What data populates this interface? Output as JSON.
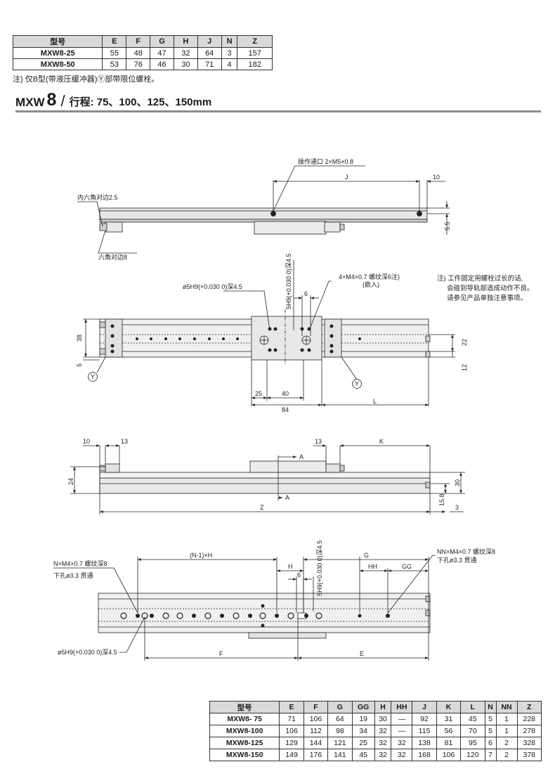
{
  "top_table": {
    "headers": [
      "型号",
      "E",
      "F",
      "G",
      "H",
      "J",
      "N",
      "Z"
    ],
    "rows": [
      [
        "MXW8-25",
        "55",
        "48",
        "47",
        "32",
        "64",
        "3",
        "157"
      ],
      [
        "MXW8-50",
        "53",
        "76",
        "46",
        "30",
        "71",
        "4",
        "182"
      ]
    ],
    "note": "注) 仅B型(带液压缓冲器)Ⓨ部带限位螺栓。"
  },
  "title": {
    "model": "MXW",
    "size": "8",
    "stroke": "行程: 75、100、125、150mm"
  },
  "drawing": {
    "top_view": {
      "port_label": "操作通口 2×M5×0.8",
      "hex_socket": "内六角对边2.5",
      "hex_flat": "六角对边8",
      "dim_J": "J",
      "dim_10": "10",
      "dim_5_5": "5.5"
    },
    "plan_view": {
      "pin_hole": "ø5H9(+0.030 0)深4.5",
      "thread": "4×M4×0.7 螺纹深6注)",
      "thread_sub": "(嵌入)",
      "slot": "5H9(+0.030 0)深4.5",
      "dim_6": "6",
      "dim_38": "38",
      "dim_5": "5",
      "dim_22": "22",
      "dim_12": "12",
      "dim_25": "25",
      "dim_40": "40",
      "dim_84": "84",
      "dim_L": "L",
      "marker_Y": "Y"
    },
    "side_note": [
      "注) 工件固定用螺栓过长的话,",
      "会碰到导轨部造成动作不良。",
      "请参见产品单独注意事项。"
    ],
    "side_view": {
      "dim_10": "10",
      "dim_13a": "13",
      "dim_13b": "13",
      "dim_K": "K",
      "dim_24": "24",
      "dim_30": "30",
      "dim_15_8": "15.8",
      "dim_3": "3",
      "dim_Z": "Z",
      "section_A": "A"
    },
    "bottom_view": {
      "dim_N1H": "(N-1)×H",
      "dim_H": "H",
      "dim_G": "G",
      "dim_HH": "HH",
      "dim_GG": "GG",
      "dim_6": "6",
      "slot": "5H9(+0.030 0)深4.5",
      "thread_N": "N×M4×0.7 螺纹深8",
      "through_N": "下孔ø3.3 贯通",
      "thread_NN": "NN×M4×0.7 螺纹深8",
      "through_NN": "下孔ø3.3 贯通",
      "pin_hole": "ø5H9(+0.030 0)深4.5",
      "dim_F": "F",
      "dim_E": "E"
    }
  },
  "bottom_table": {
    "headers": [
      "型号",
      "E",
      "F",
      "G",
      "GG",
      "H",
      "HH",
      "J",
      "K",
      "L",
      "N",
      "NN",
      "Z"
    ],
    "rows": [
      [
        "MXW8- 75",
        "71",
        "106",
        "64",
        "19",
        "30",
        "—",
        "92",
        "31",
        "45",
        "5",
        "1",
        "228"
      ],
      [
        "MXW8-100",
        "106",
        "112",
        "98",
        "34",
        "32",
        "—",
        "115",
        "56",
        "70",
        "5",
        "1",
        "278"
      ],
      [
        "MXW8-125",
        "129",
        "144",
        "121",
        "25",
        "32",
        "32",
        "138",
        "81",
        "95",
        "6",
        "2",
        "328"
      ],
      [
        "MXW8-150",
        "149",
        "176",
        "141",
        "45",
        "32",
        "32",
        "168",
        "106",
        "120",
        "7",
        "2",
        "378"
      ]
    ]
  }
}
